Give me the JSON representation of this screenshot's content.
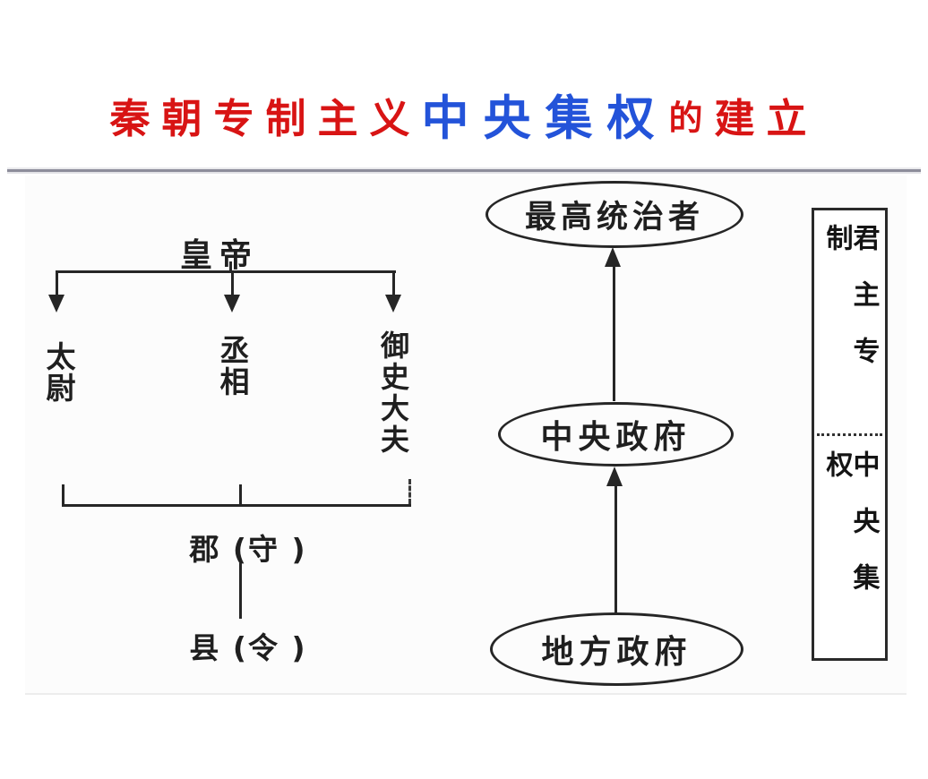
{
  "title": {
    "part1": "秦朝专制主义",
    "part2": "中央集权",
    "part3": "的",
    "part4": "建立"
  },
  "colors": {
    "title_red": "#d81414",
    "title_blue": "#2353d9",
    "ink": "#262626",
    "divider_gray": "#8d8d9b"
  },
  "org_chart": {
    "root_label": "皇帝",
    "officials": [
      {
        "label": "太尉"
      },
      {
        "label": "丞相"
      },
      {
        "label": "御史大夫"
      }
    ],
    "prefecture_label": "郡 (守 )",
    "county_label": "县 (令 )"
  },
  "flow": {
    "top_node": "最高统治者",
    "middle_node": "中央政府",
    "bottom_node": "地方政府"
  },
  "side_box": {
    "top_label": "君主专制",
    "bottom_label": "中央集权"
  }
}
